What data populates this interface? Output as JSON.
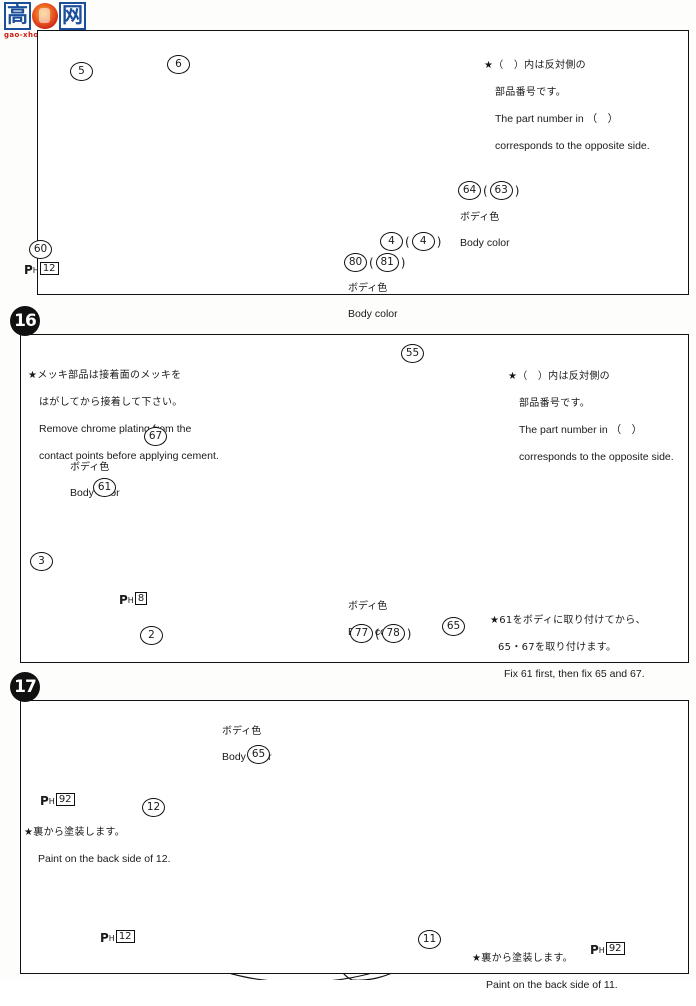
{
  "logo": {
    "char1": "高",
    "char2": "网",
    "seal": "red-seal-icon",
    "domain": "gao-xhou.com"
  },
  "steps": [
    {
      "id": "step-top",
      "number": ""
    },
    {
      "id": "step-16",
      "number": "16"
    },
    {
      "id": "step-17",
      "number": "17"
    }
  ],
  "notes": {
    "opposite_side_top": {
      "jp_line1": "★（　）内は反対側の",
      "jp_line2": "部品番号です。",
      "en_line1": "The part number in （　）",
      "en_line2": "corresponds to the opposite side."
    },
    "opposite_side_16": {
      "jp_line1": "★（　）内は反対側の",
      "jp_line2": "部品番号です。",
      "en_line1": "The part number in （　）",
      "en_line2": "corresponds to the opposite side."
    },
    "chrome_plating": {
      "jp_line1": "★メッキ部品は接着面のメッキを",
      "jp_line2": "はがしてから接着して下さい。",
      "en_line1": "Remove chrome plating from the",
      "en_line2": "contact points before applying cement."
    },
    "fix_order": {
      "jp_line1": "★61をボディに取り付けてから、",
      "jp_line2": "65・67を取り付けます。",
      "en_line1": "Fix 61 first, then fix 65 and 67.",
      "parts": [
        "61",
        "65",
        "67"
      ]
    },
    "paint_back_12": {
      "jp_line1": "★裏から塗装します。",
      "en_line1": "Paint on the back side of 12.",
      "part": "12"
    },
    "paint_back_11": {
      "jp_line1": "★裏から塗装します。",
      "en_line1": "Paint on the back side of 11.",
      "part": "11"
    }
  },
  "body_color_labels": {
    "jp": "ボディ色",
    "en": "Body color"
  },
  "top_section": {
    "parts": [
      {
        "label": "5",
        "name": "part-callout-5"
      },
      {
        "label": "6",
        "name": "part-callout-6"
      },
      {
        "label": "60",
        "name": "part-callout-60"
      }
    ],
    "part_pairs": [
      {
        "main": "64",
        "opposite": "63",
        "name": "part-callout-64-63"
      },
      {
        "main": "4",
        "opposite": "4",
        "name": "part-callout-4-4"
      },
      {
        "main": "80",
        "opposite": "81",
        "name": "part-callout-80-81"
      }
    ],
    "paint_codes": [
      {
        "brand": "P",
        "sub": "H",
        "code": "12",
        "name": "paint-code-h12"
      }
    ]
  },
  "step16_section": {
    "parts": [
      {
        "label": "55",
        "name": "part-callout-55"
      },
      {
        "label": "67",
        "name": "part-callout-67"
      },
      {
        "label": "61",
        "name": "part-callout-61"
      },
      {
        "label": "3",
        "name": "part-callout-3"
      },
      {
        "label": "2",
        "name": "part-callout-2"
      },
      {
        "label": "65",
        "name": "part-callout-65"
      }
    ],
    "part_pairs": [
      {
        "main": "77",
        "opposite": "78",
        "name": "part-callout-77-78"
      }
    ],
    "paint_codes": [
      {
        "brand": "P",
        "sub": "H",
        "code": "8",
        "name": "paint-code-h8"
      }
    ]
  },
  "step17_section": {
    "parts": [
      {
        "label": "65",
        "name": "part-callout-65"
      },
      {
        "label": "12",
        "name": "part-callout-12"
      },
      {
        "label": "11",
        "name": "part-callout-11"
      }
    ],
    "paint_codes": [
      {
        "brand": "P",
        "sub": "H",
        "code": "92",
        "name": "paint-code-h92-left"
      },
      {
        "brand": "P",
        "sub": "H",
        "code": "12",
        "name": "paint-code-h12"
      },
      {
        "brand": "P",
        "sub": "H",
        "code": "92",
        "name": "paint-code-h92-right"
      }
    ]
  }
}
